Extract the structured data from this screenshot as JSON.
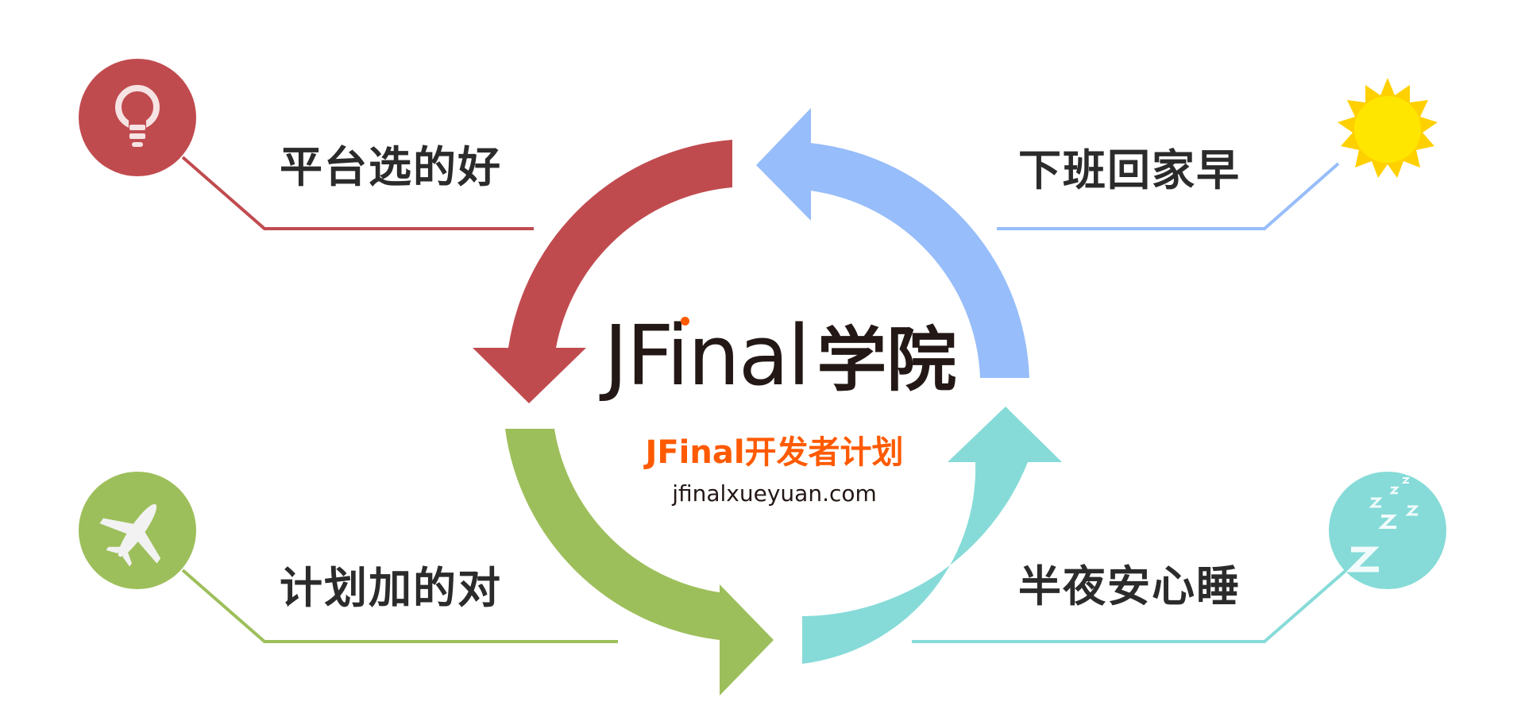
{
  "center": {
    "brand_en": "JFinal",
    "brand_cn": "学院",
    "plan": "JFinal开发者计划",
    "site": "jfinalxueyuan.com"
  },
  "nodes": [
    {
      "id": "top-left",
      "label": "平台选的好",
      "icon": "lightbulb-icon",
      "color": "#c04b4f"
    },
    {
      "id": "top-right",
      "label": "下班回家早",
      "icon": "sun-icon",
      "color": "#97bdfa"
    },
    {
      "id": "bottom-left",
      "label": "计划加的对",
      "icon": "airplane-icon",
      "color": "#9dbf5b"
    },
    {
      "id": "bottom-right",
      "label": "半夜安心睡",
      "icon": "sleep-icon",
      "color": "#86dbd8"
    }
  ],
  "colors": {
    "accent_orange": "#ff5a00",
    "text_dark": "#231815",
    "sun_yellow": "#ffe200"
  }
}
